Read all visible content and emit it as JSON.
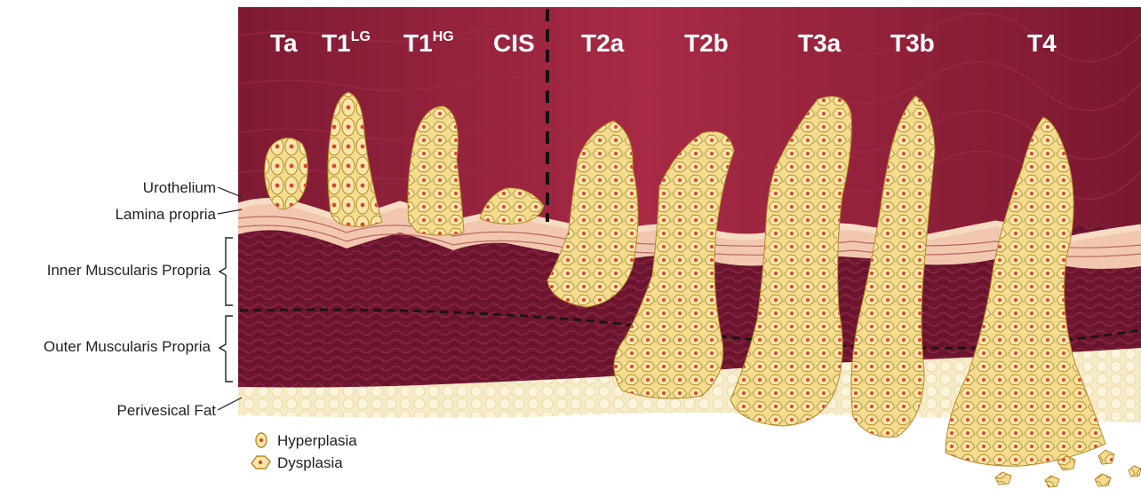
{
  "stages": [
    {
      "label": "Ta",
      "sup": ""
    },
    {
      "label": "T1",
      "sup": "LG"
    },
    {
      "label": "T1",
      "sup": "HG"
    },
    {
      "label": "CIS",
      "sup": ""
    },
    {
      "label": "T2a",
      "sup": ""
    },
    {
      "label": "T2b",
      "sup": ""
    },
    {
      "label": "T3a",
      "sup": ""
    },
    {
      "label": "T3b",
      "sup": ""
    },
    {
      "label": "T4",
      "sup": ""
    }
  ],
  "layers": {
    "urothelium": "Urothelium",
    "lamina_propria": "Lamina propria",
    "inner_muscularis": "Inner Muscularis Propria",
    "outer_muscularis": "Outer Muscularis Propria",
    "perivesical_fat": "Perivesical Fat"
  },
  "legend": {
    "hyperplasia": "Hyperplasia",
    "dysplasia": "Dysplasia"
  },
  "colors": {
    "lumen": "#8a1f38",
    "muscle": "#6e1530",
    "lamina": "#f2c7b0",
    "urothelium": "#f7dcc4",
    "fat": "#f6ebc8",
    "cell": "#f3dc8e",
    "cell_stroke": "#b58a2c",
    "nucleus": "#d8482c"
  }
}
